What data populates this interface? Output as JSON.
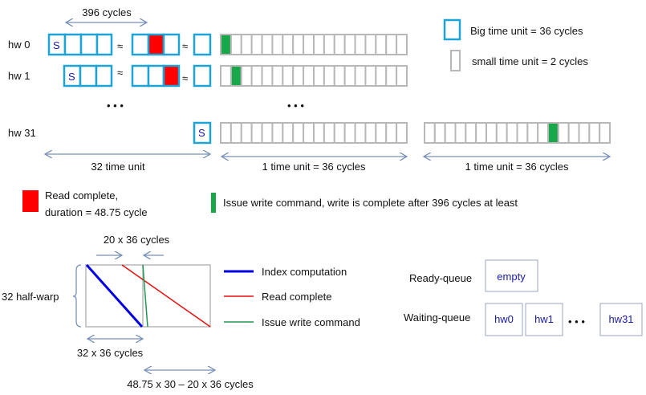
{
  "top": {
    "span_label": "396 cycles",
    "rows": [
      {
        "label": "hw 0",
        "start": "S"
      },
      {
        "label": "hw 1",
        "start": "S"
      },
      {
        "label": "hw 31",
        "start": "S"
      }
    ],
    "approx": "≈",
    "dots": "• • •",
    "left_span": "32 time unit",
    "right_span_1": "1 time unit = 36 cycles",
    "right_span_2": "1 time unit = 36 cycles",
    "small_cells_per_row": 18,
    "green_cell_hw0": 0,
    "green_cell_hw1": 1,
    "green_cell_hw31": 12
  },
  "legend_top": {
    "big": "Big time unit = 36 cycles",
    "small": "small time unit = 2 cycles"
  },
  "legend_mid": {
    "read_line1": "Read complete,",
    "read_line2": "duration = 48.75 cycle",
    "write": "Issue write command, write is complete after 396 cycles at least"
  },
  "bottom": {
    "gap_label": "20 x 36 cycles",
    "y_label": "32 half-warp",
    "x_label": "32 x 36 cycles",
    "tail_label": "48.75 x 30 – 20 x 36 cycles",
    "legend": [
      {
        "label": "Index computation",
        "color": "#0000e0"
      },
      {
        "label": "Read complete",
        "color": "#e81010"
      },
      {
        "label": "Issue write command",
        "color": "#1e9a50"
      }
    ]
  },
  "queues": {
    "ready_label": "Ready-queue",
    "ready_value": "empty",
    "waiting_label": "Waiting-queue",
    "waiting": [
      "hw0",
      "hw1",
      "hw31"
    ],
    "dots": "• • •"
  },
  "colors": {
    "red": "#ff0000",
    "green": "#17a84a",
    "blue": "#1ea3d6",
    "grey": "#b8b8b8"
  }
}
